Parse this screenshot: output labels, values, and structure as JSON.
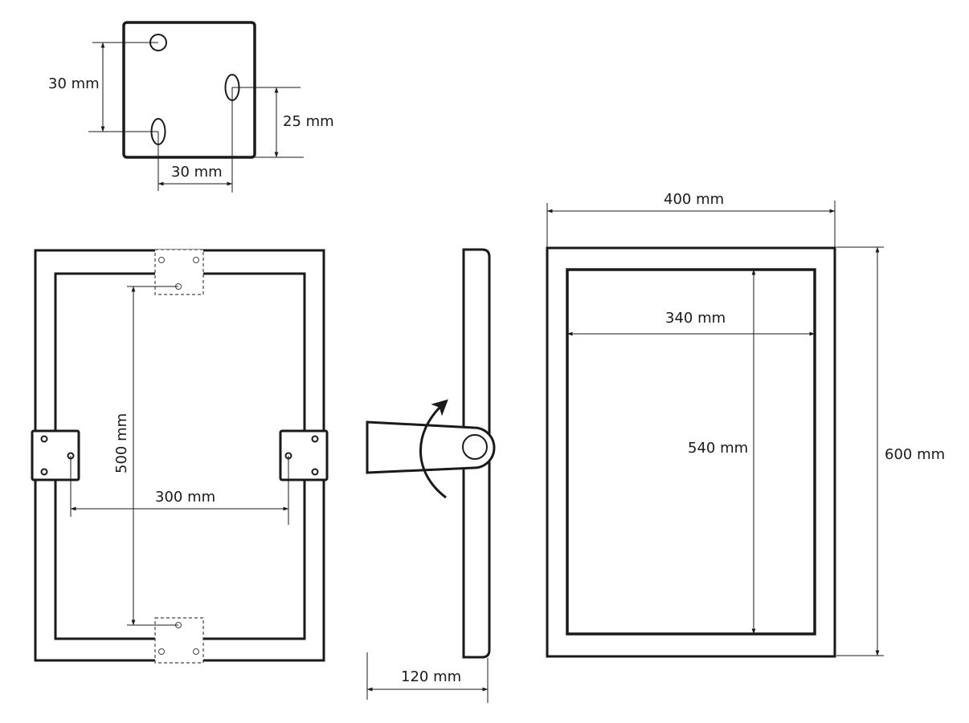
{
  "colors": {
    "line": "#1a1a1a",
    "background": "#ffffff",
    "dashed": "#444444"
  },
  "bracket_detail": {
    "vertical_hole_spacing": "30 mm",
    "horizontal_hole_spacing": "30 mm",
    "slot_offset": "25 mm"
  },
  "back_view": {
    "vertical_bracket_spacing": "500 mm",
    "horizontal_bracket_spacing": "300 mm"
  },
  "side_view": {
    "depth": "120 mm"
  },
  "front_view": {
    "outer_width": "400 mm",
    "outer_height": "600 mm",
    "inner_width": "340 mm",
    "inner_height": "540 mm"
  }
}
